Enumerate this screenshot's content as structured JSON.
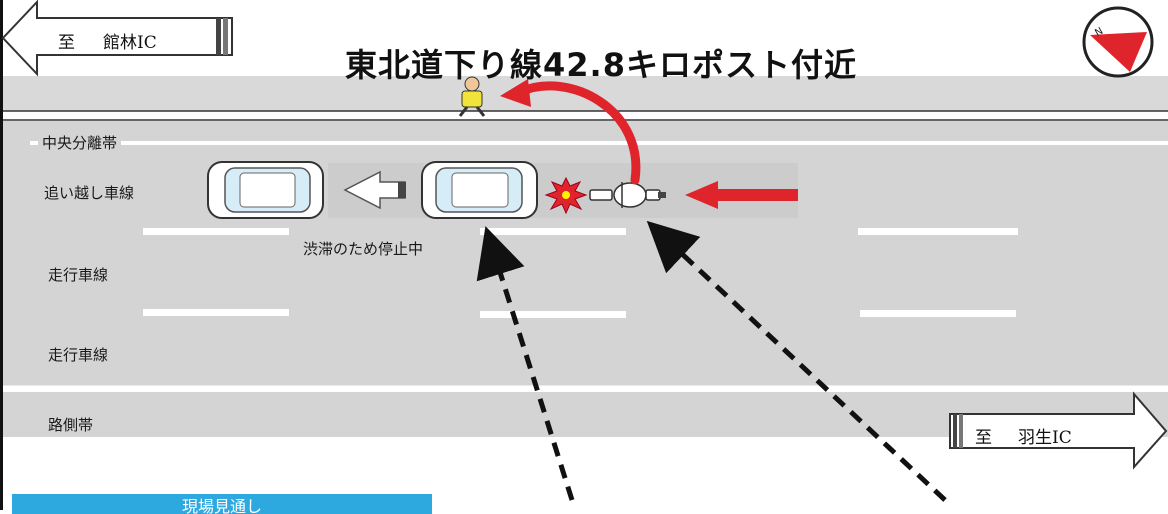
{
  "title": "東北道下り線42.8キロポスト付近",
  "direction_left": {
    "prefix": "至",
    "name": "館林IC"
  },
  "direction_right": {
    "prefix": "至",
    "name": "羽生IC"
  },
  "lanes": {
    "median": "中央分離帯",
    "passing": "追い越し車線",
    "travel_1": "走行車線",
    "travel_2": "走行車線",
    "shoulder": "路側帯"
  },
  "note_congestion": "渋滞のため停止中",
  "view_box": "現場見通し",
  "colors": {
    "road": "#d4d4d4",
    "arrow_red": "#e0242c",
    "sky_box": "#2ea9e0",
    "pedestrian": "#f2e33a"
  },
  "icons": [
    "compass-icon",
    "car-icon",
    "motorcycle-icon",
    "collision-icon",
    "pedestrian-icon"
  ]
}
